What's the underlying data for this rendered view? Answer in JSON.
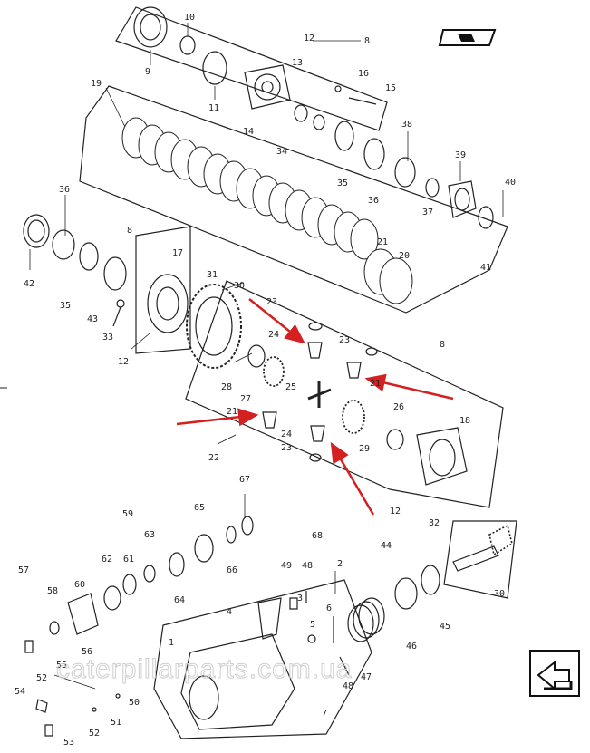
{
  "diagram": {
    "watermark": "caterpillarparts.com.ua",
    "callouts": [
      {
        "id": "c9",
        "text": "9"
      },
      {
        "id": "c10",
        "text": "10"
      },
      {
        "id": "c11",
        "text": "11"
      },
      {
        "id": "c8a",
        "text": "8"
      },
      {
        "id": "c12a",
        "text": "12"
      },
      {
        "id": "c13",
        "text": "13"
      },
      {
        "id": "c14",
        "text": "14"
      },
      {
        "id": "c15",
        "text": "15"
      },
      {
        "id": "c16",
        "text": "16"
      },
      {
        "id": "c19",
        "text": "19"
      },
      {
        "id": "c34",
        "text": "34"
      },
      {
        "id": "c35a",
        "text": "35"
      },
      {
        "id": "c36a",
        "text": "36"
      },
      {
        "id": "c38",
        "text": "38"
      },
      {
        "id": "c39",
        "text": "39"
      },
      {
        "id": "c40",
        "text": "40"
      },
      {
        "id": "c37",
        "text": "37"
      },
      {
        "id": "c41",
        "text": "41"
      },
      {
        "id": "c36b",
        "text": "36"
      },
      {
        "id": "c42",
        "text": "42"
      },
      {
        "id": "c35b",
        "text": "35"
      },
      {
        "id": "c43",
        "text": "43"
      },
      {
        "id": "c8b",
        "text": "8"
      },
      {
        "id": "c17",
        "text": "17"
      },
      {
        "id": "c31",
        "text": "31"
      },
      {
        "id": "c30a",
        "text": "30"
      },
      {
        "id": "c21",
        "text": "21"
      },
      {
        "id": "c20",
        "text": "20"
      },
      {
        "id": "c33",
        "text": "33"
      },
      {
        "id": "c12b",
        "text": "12"
      },
      {
        "id": "c23a",
        "text": "23"
      },
      {
        "id": "c24a",
        "text": "24"
      },
      {
        "id": "c23b",
        "text": "23"
      },
      {
        "id": "c8c",
        "text": "8"
      },
      {
        "id": "c28",
        "text": "28"
      },
      {
        "id": "c27",
        "text": "27"
      },
      {
        "id": "c25",
        "text": "25"
      },
      {
        "id": "c21b",
        "text": "21"
      },
      {
        "id": "c26",
        "text": "26"
      },
      {
        "id": "c21c",
        "text": "21"
      },
      {
        "id": "c24b",
        "text": "24"
      },
      {
        "id": "c23c",
        "text": "23"
      },
      {
        "id": "c29",
        "text": "29"
      },
      {
        "id": "c22",
        "text": "22"
      },
      {
        "id": "c18",
        "text": "18"
      },
      {
        "id": "c12c",
        "text": "12"
      },
      {
        "id": "c67",
        "text": "67"
      },
      {
        "id": "c65",
        "text": "65"
      },
      {
        "id": "c59",
        "text": "59"
      },
      {
        "id": "c63",
        "text": "63"
      },
      {
        "id": "c32",
        "text": "32"
      },
      {
        "id": "c57",
        "text": "57"
      },
      {
        "id": "c58",
        "text": "58"
      },
      {
        "id": "c60",
        "text": "60"
      },
      {
        "id": "c62",
        "text": "62"
      },
      {
        "id": "c61",
        "text": "61"
      },
      {
        "id": "c64",
        "text": "64"
      },
      {
        "id": "c66",
        "text": "66"
      },
      {
        "id": "c68",
        "text": "68"
      },
      {
        "id": "c49",
        "text": "49"
      },
      {
        "id": "c48a",
        "text": "48"
      },
      {
        "id": "c2",
        "text": "2"
      },
      {
        "id": "c44",
        "text": "44"
      },
      {
        "id": "c30b",
        "text": "30"
      },
      {
        "id": "c4",
        "text": "4"
      },
      {
        "id": "c3",
        "text": "3"
      },
      {
        "id": "c6",
        "text": "6"
      },
      {
        "id": "c45",
        "text": "45"
      },
      {
        "id": "c5",
        "text": "5"
      },
      {
        "id": "c46",
        "text": "46"
      },
      {
        "id": "c1",
        "text": "1"
      },
      {
        "id": "c56",
        "text": "56"
      },
      {
        "id": "c55",
        "text": "55"
      },
      {
        "id": "c52a",
        "text": "52"
      },
      {
        "id": "c50",
        "text": "50"
      },
      {
        "id": "c47",
        "text": "47"
      },
      {
        "id": "c48b",
        "text": "48"
      },
      {
        "id": "c54",
        "text": "54"
      },
      {
        "id": "c51",
        "text": "51"
      },
      {
        "id": "c52b",
        "text": "52"
      },
      {
        "id": "c53",
        "text": "53"
      },
      {
        "id": "c7",
        "text": "7"
      }
    ],
    "colors": {
      "line": "#222222",
      "arrow": "#d42020",
      "fill": "#ffffff",
      "gear": "#555555"
    },
    "icons": [
      "book-icon",
      "navigation-arrow-icon"
    ]
  }
}
